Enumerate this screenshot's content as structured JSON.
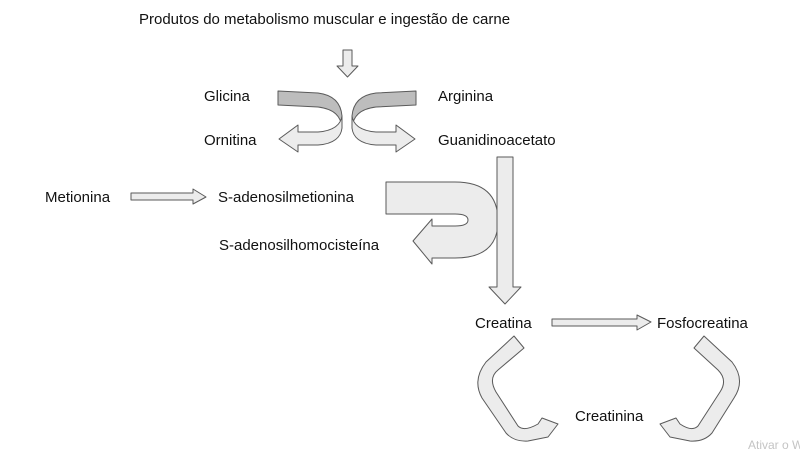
{
  "title": "Produtos do metabolismo muscular e ingestão de carne",
  "nodes": {
    "glicina": "Glicina",
    "arginina": "Arginina",
    "ornitina": "Ornitina",
    "guanidinoacetato": "Guanidinoacetato",
    "metionina": "Metionina",
    "s_adenosilmetionina": "S-adenosilmetionina",
    "s_adenosilhomocisteina": "S-adenosilhomocisteína",
    "creatina": "Creatina",
    "fosfocreatina": "Fosfocreatina",
    "creatinina": "Creatinina"
  },
  "watermark": "Ativar o W",
  "colors": {
    "arrow_light_fill": "#ececec",
    "arrow_dark_fill": "#bdbdbd",
    "arrow_stroke": "#5a5a5a",
    "text": "#111111"
  }
}
